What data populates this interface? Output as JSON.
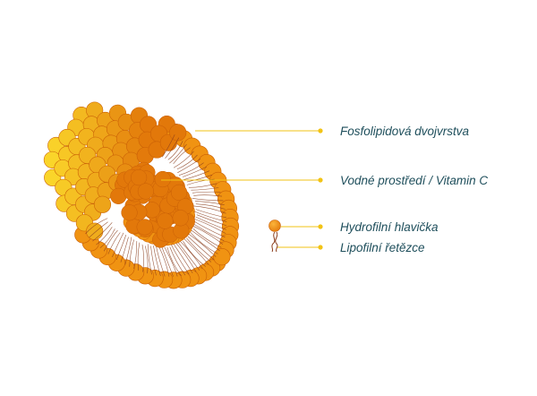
{
  "labels": {
    "bilayer": "Fosfolipidová dvojvrstva",
    "core": "Vodné prostředí / Vitamin C",
    "head": "Hydrofilní hlavička",
    "tail": "Lipofilní řetězce"
  },
  "colors": {
    "leader": "#f2c314",
    "label_text": "#1f4f5c",
    "head_dark": "#e2780a",
    "head_mid": "#f09312",
    "head_light": "#f7c21c",
    "head_yellow": "#fbd82b",
    "tail": "#8a3d1c",
    "outline": "#c95f06"
  },
  "icons": {
    "head_sample": "circle",
    "tail_sample": "squiggle-line"
  }
}
